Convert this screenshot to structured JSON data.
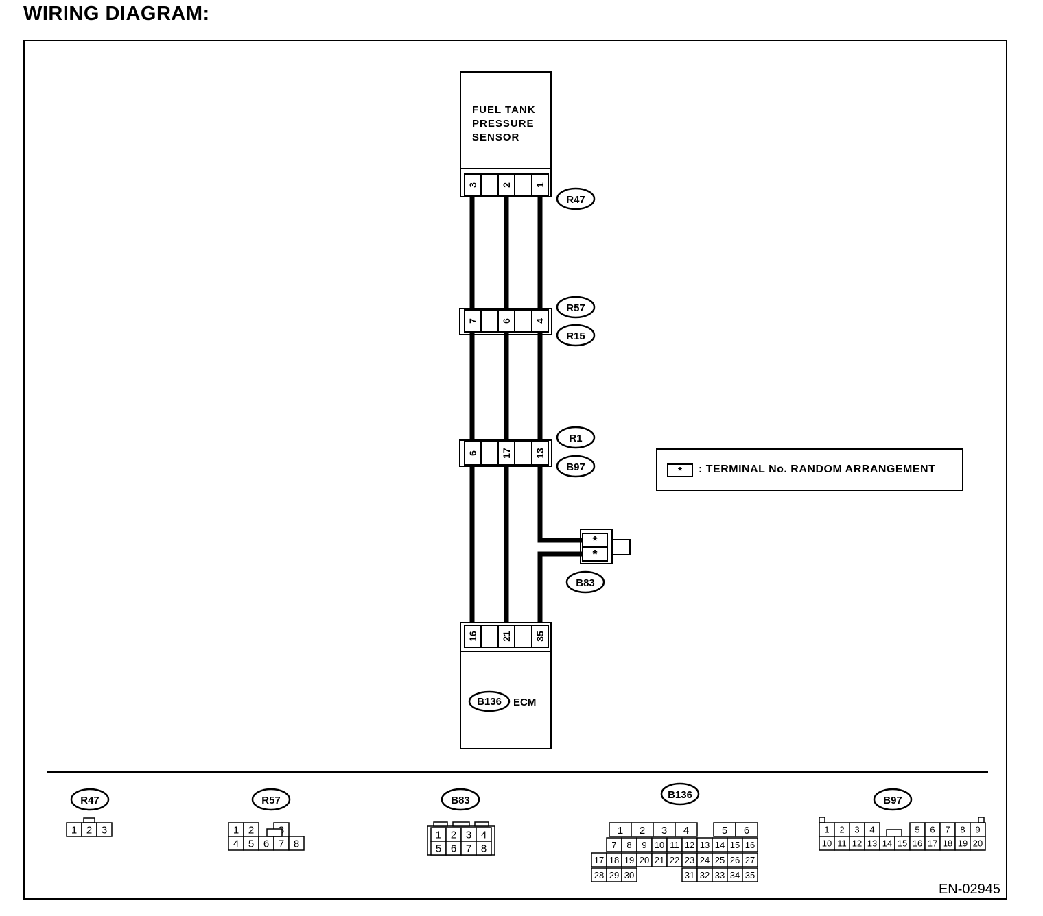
{
  "title": "WIRING DIAGRAM:",
  "doc_code": "EN-02945",
  "sensor": {
    "lines": [
      "FUEL TANK",
      "PRESSURE",
      "SENSOR"
    ]
  },
  "ecm": {
    "connector": "B136",
    "label": "ECM"
  },
  "connector_tags": {
    "r47": "R47",
    "r57": "R57",
    "r15": "R15",
    "r1": "R1",
    "b97": "B97",
    "b83": "B83"
  },
  "terminals": {
    "sensor": [
      "3",
      "2",
      "1"
    ],
    "joint_r57": [
      "7",
      "6",
      "4"
    ],
    "joint_r1": [
      "6",
      "17",
      "13"
    ],
    "ecm": [
      "16",
      "21",
      "35"
    ],
    "b83": [
      "*",
      "*"
    ]
  },
  "legend": {
    "symbol": "*",
    "text": ": TERMINAL No. RANDOM ARRANGEMENT"
  },
  "connector_faces": {
    "r47": {
      "name": "R47",
      "row1": [
        "1",
        "2",
        "3"
      ]
    },
    "r57": {
      "name": "R57",
      "row1": [
        "1",
        "2",
        "",
        "3"
      ],
      "row2": [
        "4",
        "5",
        "6",
        "7",
        "8"
      ]
    },
    "b83": {
      "name": "B83",
      "row1": [
        "1",
        "2",
        "3",
        "4"
      ],
      "row2": [
        "5",
        "6",
        "7",
        "8"
      ]
    },
    "b136": {
      "name": "B136",
      "row1": [
        "1",
        "2",
        "3",
        "4",
        "",
        "5",
        "6"
      ],
      "row2": [
        "7",
        "8",
        "9",
        "10",
        "11",
        "12",
        "13",
        "14",
        "15",
        "16"
      ],
      "row3": [
        "17",
        "18",
        "19",
        "20",
        "21",
        "22",
        "23",
        "24",
        "25",
        "26",
        "27"
      ],
      "row4": [
        "28",
        "29",
        "30",
        "",
        "",
        "",
        "31",
        "32",
        "33",
        "34",
        "35"
      ]
    },
    "b97": {
      "name": "B97",
      "row1": [
        "1",
        "2",
        "3",
        "4",
        "",
        "",
        "5",
        "6",
        "7",
        "8",
        "9"
      ],
      "row2": [
        "10",
        "11",
        "12",
        "13",
        "14",
        "15",
        "16",
        "17",
        "18",
        "19",
        "20"
      ]
    }
  }
}
